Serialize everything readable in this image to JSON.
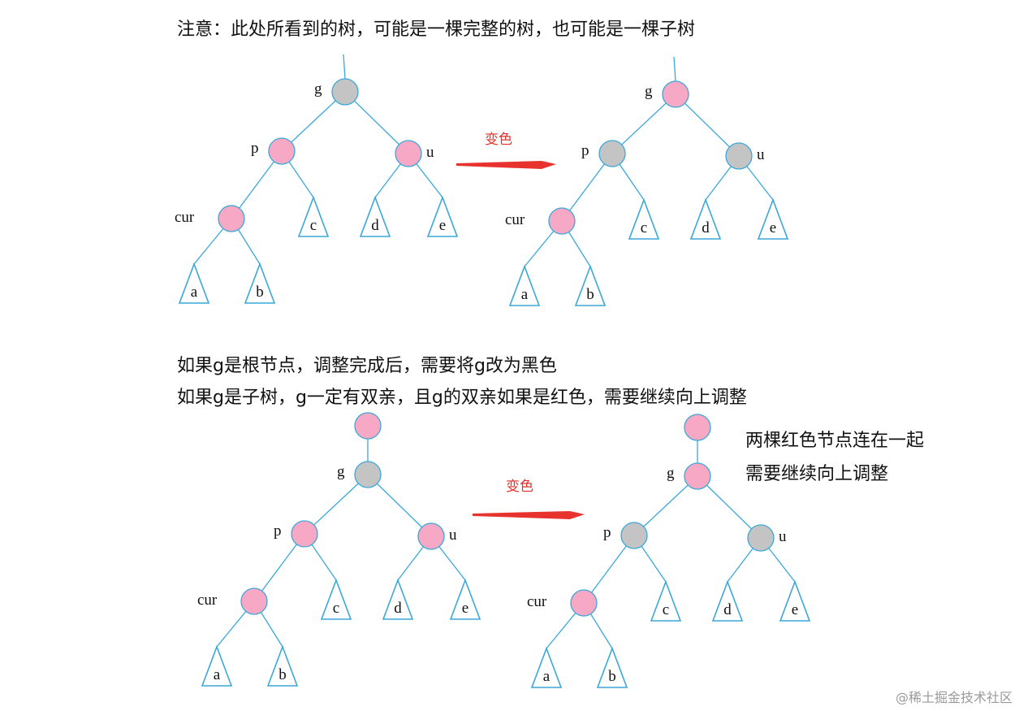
{
  "notes": {
    "top": "注意：此处所看到的树，可能是一棵完整的树，也可能是一棵子树",
    "line1": "如果g是根节点，调整完成后，需要将g改为黑色",
    "line2": "如果g是子树，g一定有双亲，且g的双亲如果是红色，需要继续向上调整",
    "side1": "两棵红色节点连在一起",
    "side2": "需要继续向上调整"
  },
  "arrow_label": "变色",
  "node_labels": {
    "g": "g",
    "p": "p",
    "u": "u",
    "cur": "cur"
  },
  "subtree_labels": {
    "a": "a",
    "b": "b",
    "c": "c",
    "d": "d",
    "e": "e"
  },
  "colors": {
    "red_node": "#f7a8c4",
    "black_node": "#c4c4c4",
    "edge": "#3aa8d8",
    "arrow": "#e8322e"
  },
  "watermark": "@稀土掘金技术社区"
}
